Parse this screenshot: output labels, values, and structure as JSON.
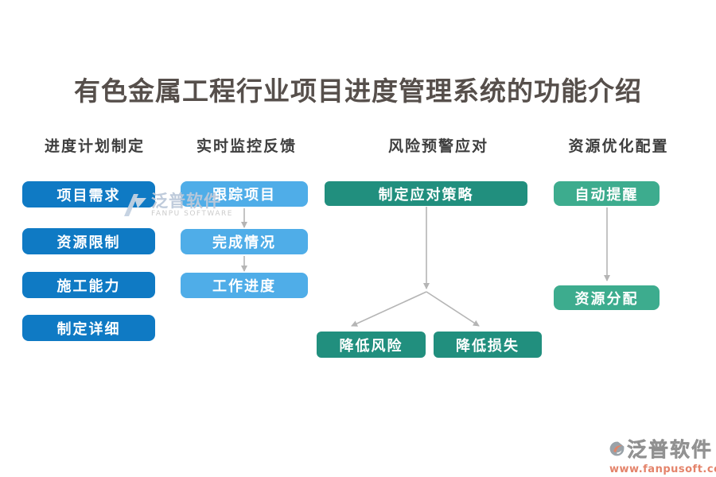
{
  "title": "有色金属工程行业项目进度管理系统的功能介绍",
  "colors": {
    "title": "#564f4b",
    "header": "#3e3e3e",
    "column1_blue": "#0f7ac4",
    "column2_lightblue": "#4fade8",
    "column3_teal": "#218f7e",
    "column4_green": "#3dac8e",
    "arrow_gray": "#b5b5b5",
    "footer_url": "#e4836a",
    "watermark_blue": "#bcc9da"
  },
  "columns": [
    {
      "header": "进度计划制定",
      "items": [
        "项目需求",
        "资源限制",
        "施工能力",
        "制定详细"
      ]
    },
    {
      "header": "实时监控反馈",
      "items": [
        "跟踪项目",
        "完成情况",
        "工作进度"
      ]
    },
    {
      "header": "风险预警应对",
      "root": "制定应对策略",
      "branches": [
        "降低风险",
        "降低损失"
      ]
    },
    {
      "header": "资源优化配置",
      "items": [
        "自动提醒",
        "资源分配"
      ]
    }
  ],
  "watermark": {
    "brand": "泛普软件",
    "subtext": "FANPU SOFTWARE"
  },
  "footer": {
    "brand": "泛普软件",
    "url": "www.fanpusoft.com"
  }
}
